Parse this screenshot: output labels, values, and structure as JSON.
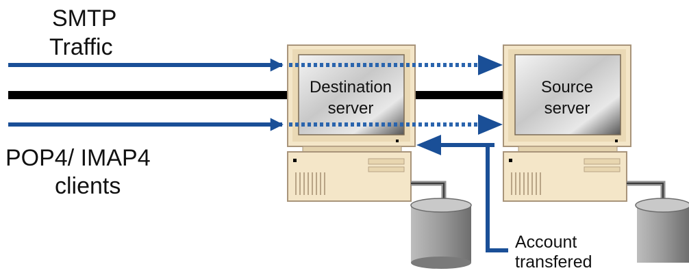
{
  "labels": {
    "smtp_line1": "SMTP",
    "smtp_line2": "Traffic",
    "pop_line1": "POP4/ IMAP4",
    "pop_line2": "clients",
    "dest_line1": "Destination",
    "dest_line2": "server",
    "source_line1": "Source",
    "source_line2": "server",
    "account_line1": "Account",
    "account_line2": "transfered"
  },
  "colors": {
    "arrow_blue": "#1a4f97",
    "arrow_dotted": "#2a64ad",
    "network_line": "#000000",
    "case_beige": "#f4e6c8",
    "case_edge": "#a8947a",
    "disk_gray": "#9a9a9a",
    "disk_dark": "#4a4a4a"
  }
}
